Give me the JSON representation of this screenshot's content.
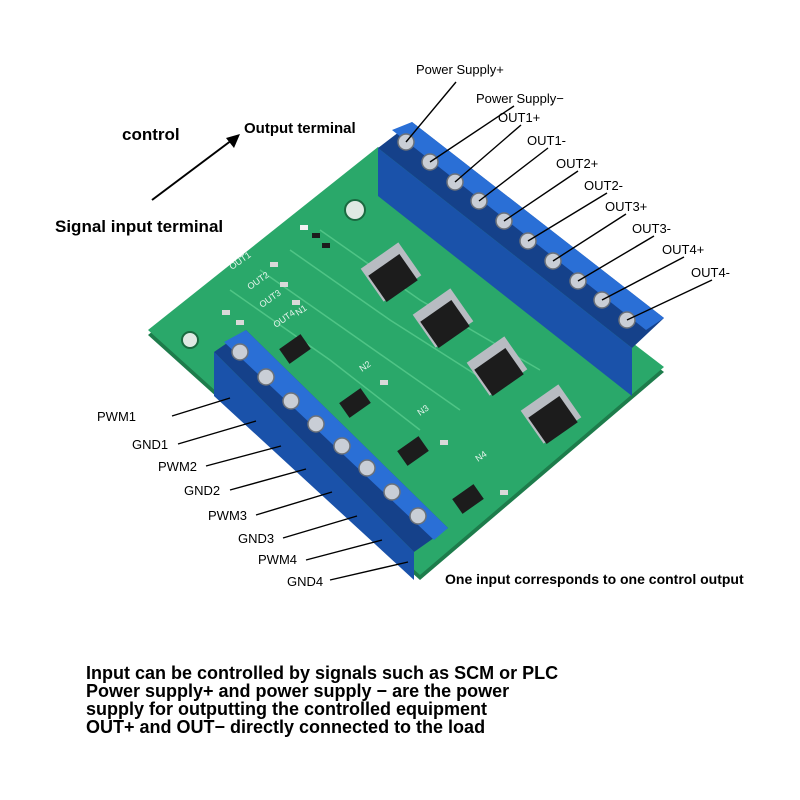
{
  "labels": {
    "control": "control",
    "output_terminal": "Output terminal",
    "signal_input_terminal": "Signal input terminal",
    "output_pins": [
      "Power Supply+",
      "Power Supply−",
      "OUT1+",
      "OUT1-",
      "OUT2+",
      "OUT2-",
      "OUT3+",
      "OUT3-",
      "OUT4+",
      "OUT4-"
    ],
    "input_pins": [
      "PWM1",
      "GND1",
      "PWM2",
      "GND2",
      "PWM3",
      "GND3",
      "PWM4",
      "GND4"
    ],
    "correspondence_note": "One input corresponds to one control output"
  },
  "board_silkscreen": [
    "OUT1",
    "OUT2",
    "OUT3",
    "OUT4",
    "N1",
    "N2",
    "N3",
    "N4"
  ],
  "notes": [
    "Input can be controlled by signals such as SCM or PLC",
    "Power supply+ and power supply − are the power",
    "supply for outputting the controlled equipment",
    "OUT+ and OUT− directly connected to the load"
  ],
  "colors": {
    "pcb": "#2aa86a",
    "pcb_dark": "#1d7c4b",
    "terminal_blue": "#1f5fc0",
    "terminal_dark": "#15418a",
    "screw": "#c9ced6",
    "mosfet": "#1c1c1c",
    "heat_tab": "#b8bcc2"
  }
}
